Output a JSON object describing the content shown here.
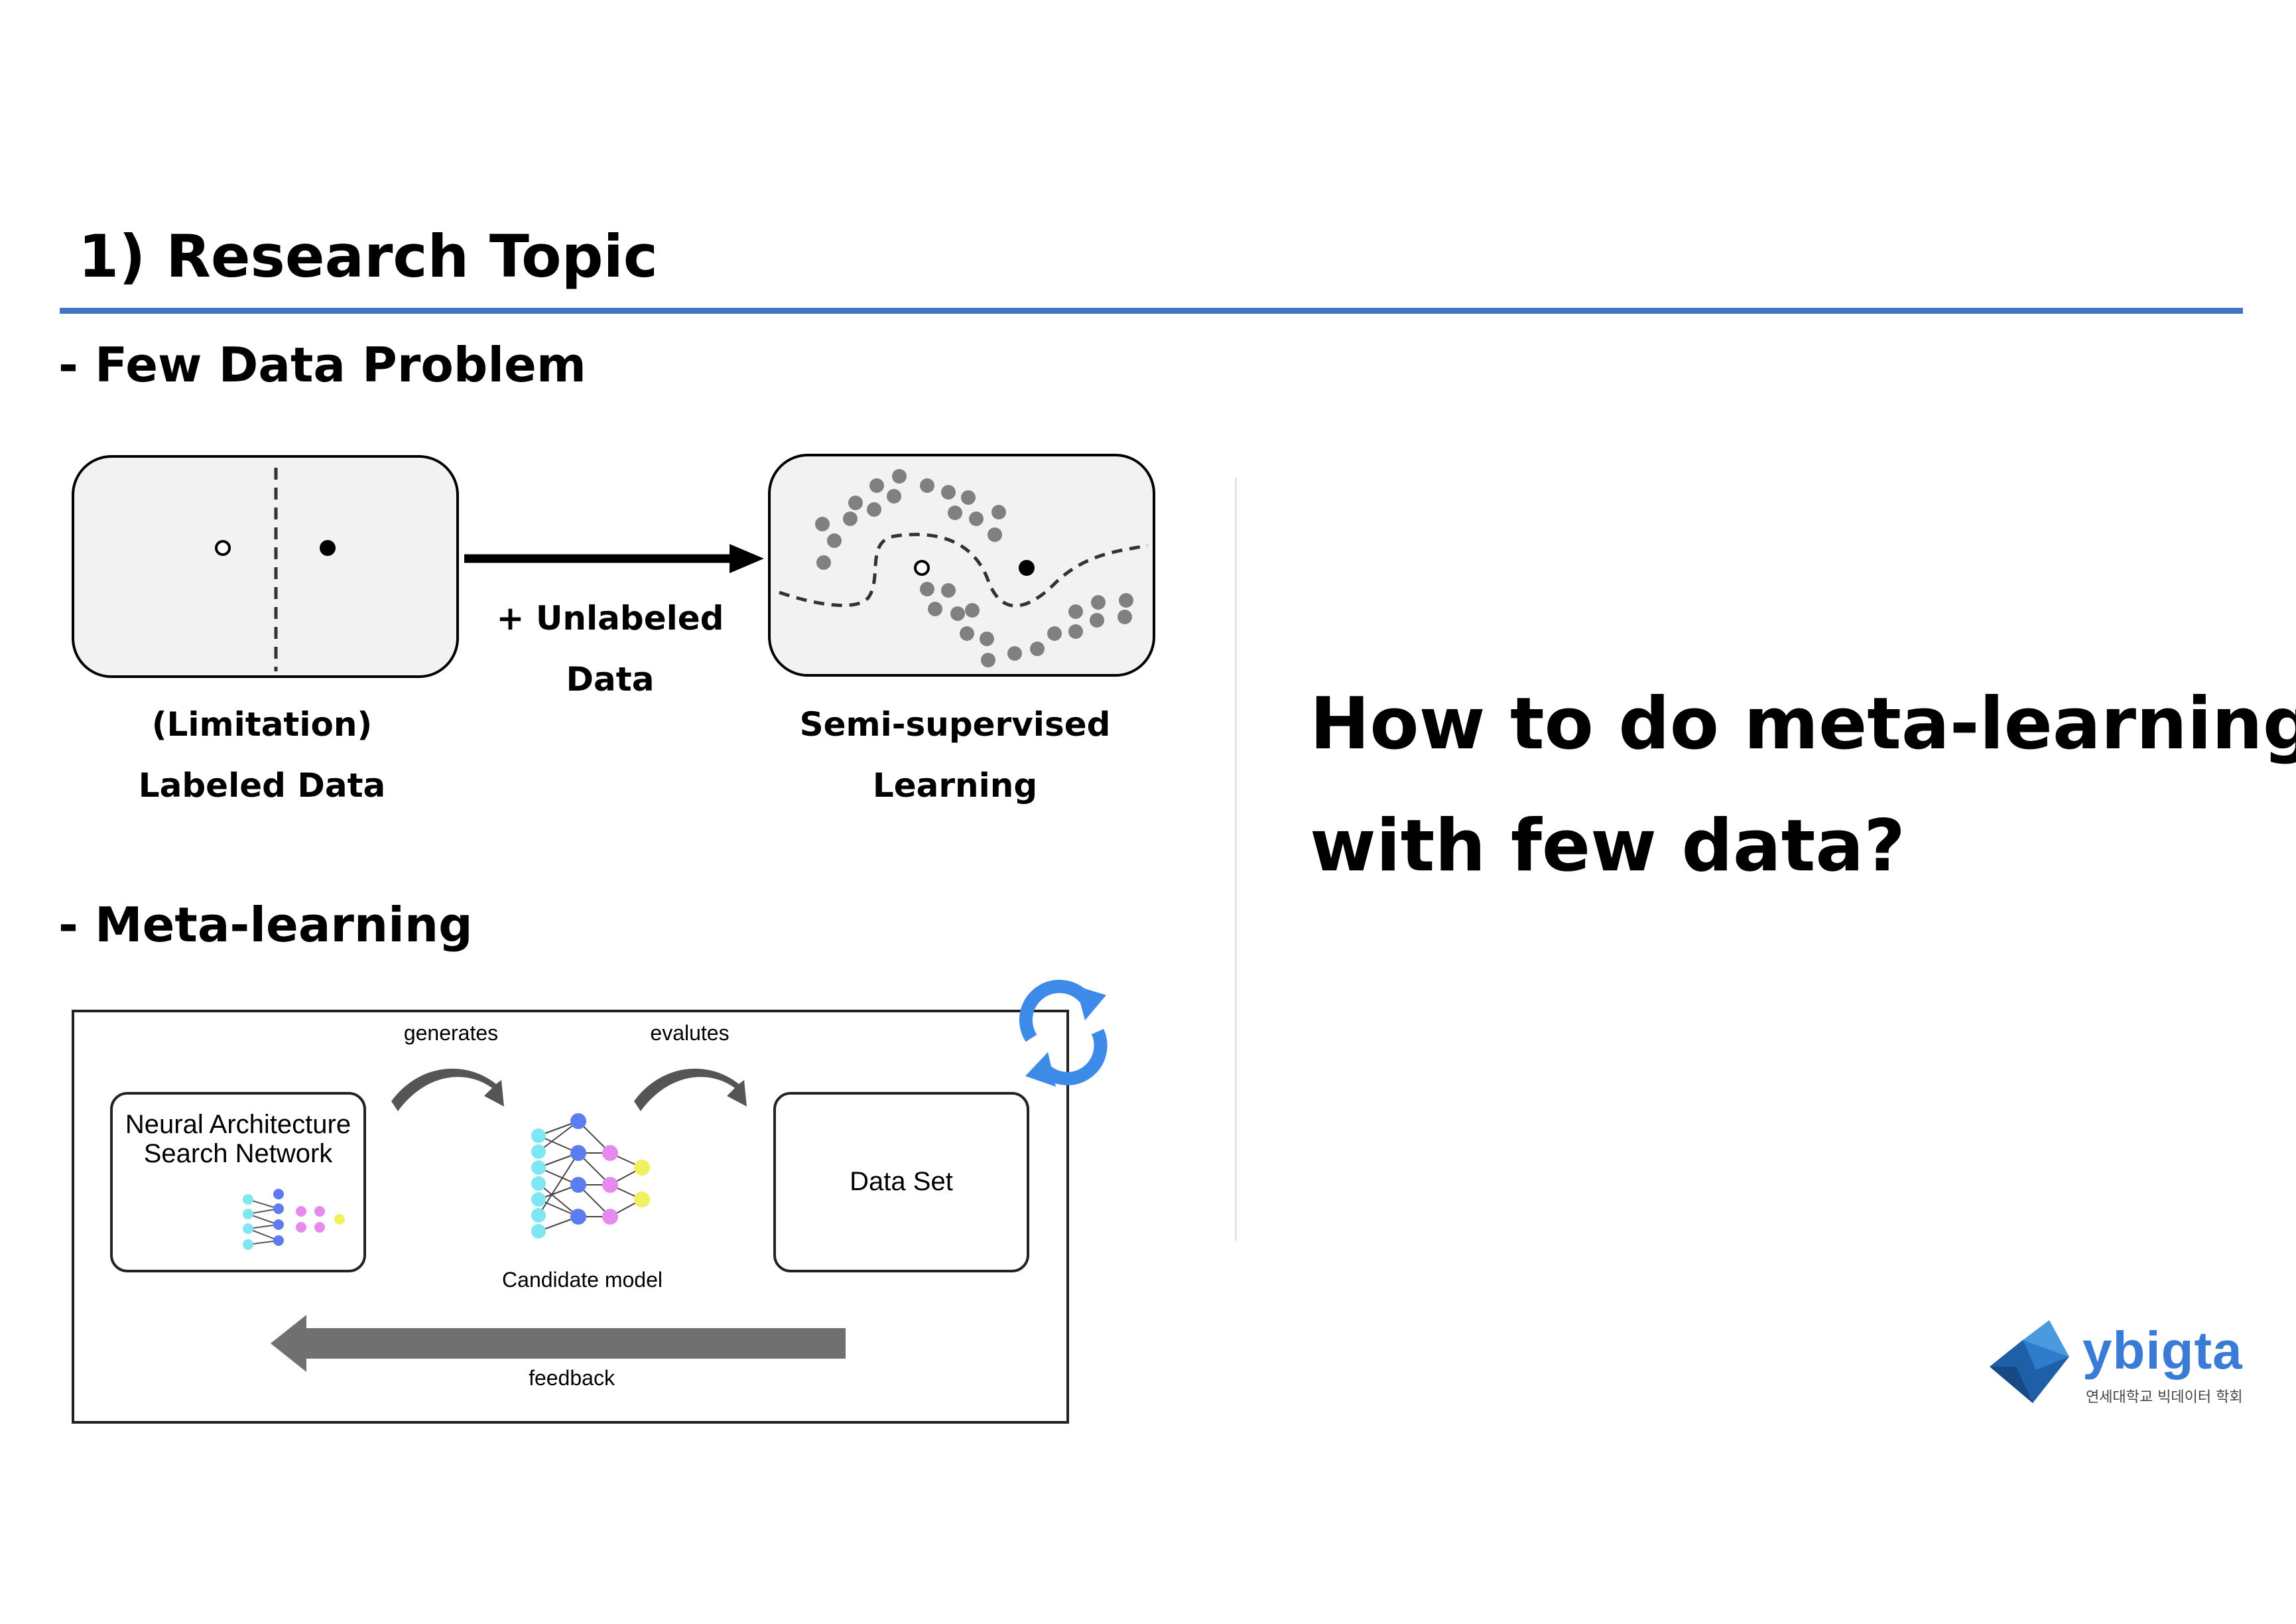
{
  "title": "1) Research Topic",
  "sections": {
    "few_data": "- Few Data Problem",
    "meta_learning": "- Meta-learning"
  },
  "few_data_diagram": {
    "left_caption_1": "(Limitation)",
    "left_caption_2": "Labeled Data",
    "arrow_caption_1": "+ Unlabeled",
    "arrow_caption_2": "Data",
    "right_caption_1": "Semi-supervised",
    "right_caption_2": "Learning"
  },
  "meta_diagram": {
    "nas_label_1": "Neural Architecture",
    "nas_label_2": "Search Network",
    "generates": "generates",
    "evaluates": "evalutes",
    "candidate": "Candidate model",
    "dataset": "Data Set",
    "feedback": "feedback"
  },
  "question": {
    "line1": "How to do meta-learning",
    "line2": "with few data?"
  },
  "logo": {
    "name": "ybigta",
    "subtitle": "연세대학교 빅데이터 학회"
  },
  "colors": {
    "accent": "#4472c4",
    "box_fill": "#f2f2f2",
    "dot_gray": "#808080",
    "cycle_icon": "#3d8be8"
  }
}
